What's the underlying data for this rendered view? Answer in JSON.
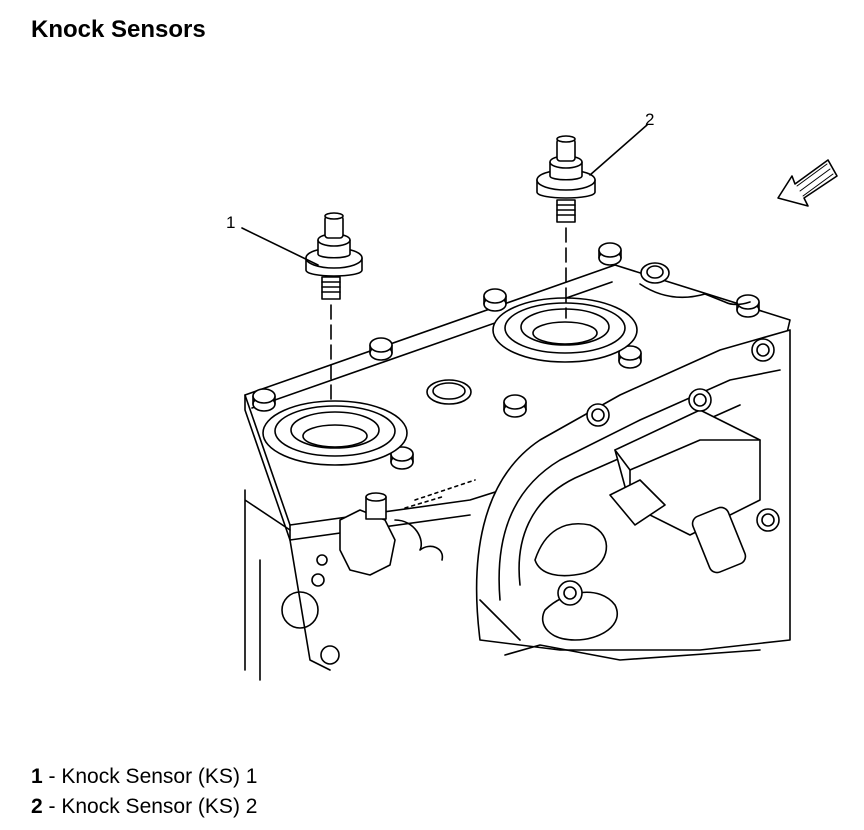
{
  "title": "Knock Sensors",
  "callouts": [
    "1",
    "2"
  ],
  "legend": [
    {
      "number": "1",
      "separator": " - ",
      "label": "Knock Sensor (KS) 1"
    },
    {
      "number": "2",
      "separator": " - ",
      "label": "Knock Sensor (KS) 2"
    }
  ],
  "colors": {
    "line": "#000000",
    "fill": "#ffffff"
  },
  "icons": [
    "direction-arrow-icon"
  ]
}
